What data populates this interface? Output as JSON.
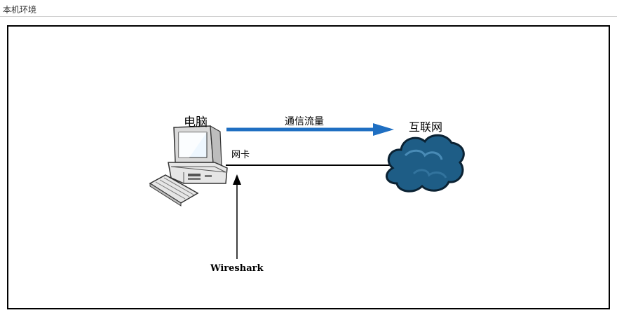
{
  "header": {
    "title": "本机环境"
  },
  "diagram": {
    "computer_label": "电脑",
    "traffic_label": "通信流量",
    "internet_label": "互联网",
    "nic_label": "网卡",
    "wireshark_label": "Wireshark"
  },
  "colors": {
    "traffic_arrow": "#1f6fc2",
    "cloud_fill": "#1e5d86",
    "line": "#000000"
  },
  "icons": [
    "computer-icon",
    "keyboard-icon",
    "cloud-icon"
  ]
}
